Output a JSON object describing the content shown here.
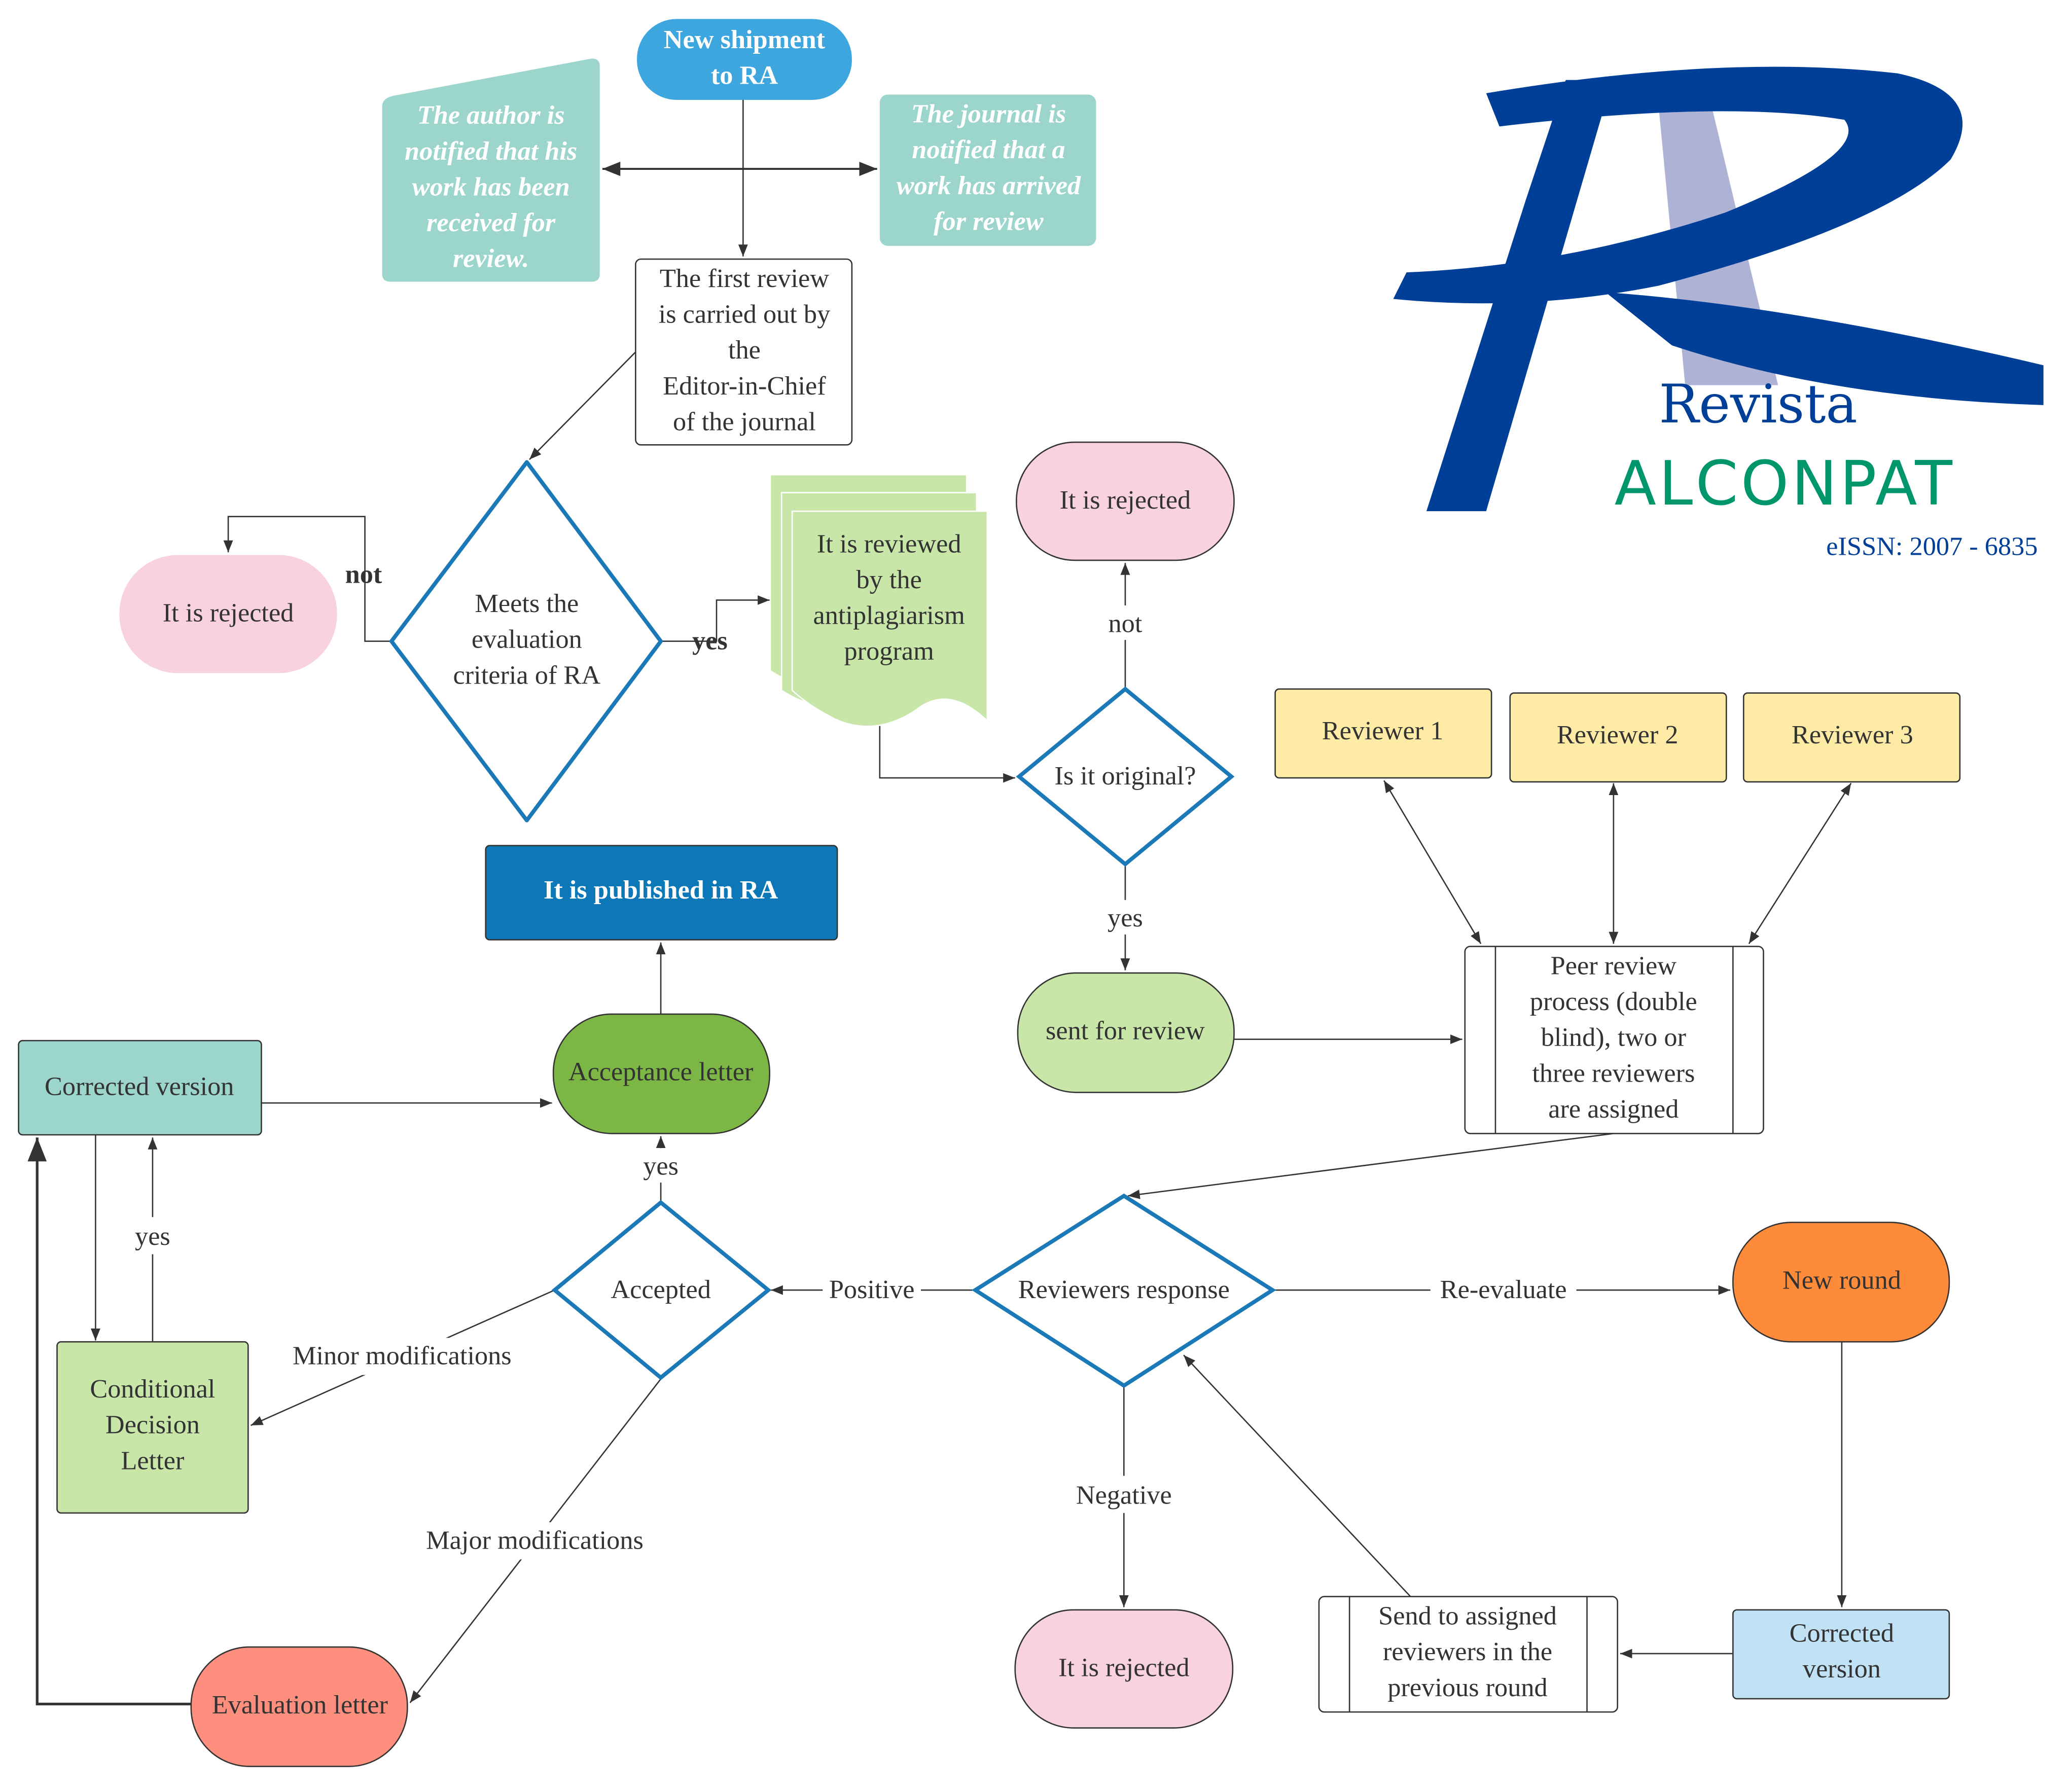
{
  "colors": {
    "start": "#3ea6de",
    "note": "#9bd5cc",
    "rejected": "#f8d2dc",
    "green": "#c8e6a8",
    "reviewer": "#fdeba6",
    "published": "#0c78b8",
    "acceptance": "#7cb746",
    "new_round": "#fe8b39",
    "corrected_blue": "#c0e2f4",
    "evaluation": "#fe8f7e",
    "diamond_stroke": "#1c79b8",
    "logo_blue": "#003f98",
    "logo_green": "#00966c"
  },
  "nodes": {
    "start": [
      "New shipment",
      "to RA"
    ],
    "author_note": [
      "The author is",
      "notified that his",
      "work has been",
      "received for",
      "review."
    ],
    "journal_note": [
      "The journal is",
      "notified that a",
      "work has arrived",
      "for review"
    ],
    "first_review": [
      "The first review",
      "is carried out by",
      "the",
      "Editor-in-Chief",
      "of the journal"
    ],
    "criteria": [
      "Meets the",
      "evaluation",
      "criteria of RA"
    ],
    "rejected_1": "It is rejected",
    "antiplagiarism": [
      "It is reviewed",
      "by the",
      "antiplagiarism",
      "program"
    ],
    "rejected_2": "It is rejected",
    "original": "Is it original?",
    "sent_for_review": "sent for review",
    "reviewer_1": "Reviewer 1",
    "reviewer_2": "Reviewer 2",
    "reviewer_3": "Reviewer 3",
    "peer_review": [
      "Peer review",
      "process (double",
      "blind), two or",
      "three reviewers",
      "are assigned"
    ],
    "published": "It is published in RA",
    "acceptance": "Acceptance letter",
    "corrected_1": "Corrected version",
    "accepted": "Accepted",
    "reviewers_response": "Reviewers response",
    "new_round": "New round",
    "conditional": [
      "Conditional",
      "Decision",
      "Letter"
    ],
    "rejected_3": "It is rejected",
    "send_assigned": [
      "Send to assigned",
      "reviewers in the",
      "previous round"
    ],
    "corrected_2": [
      "Corrected",
      "version"
    ],
    "evaluation": "Evaluation letter"
  },
  "edge_labels": {
    "not_1": "not",
    "yes_1": "yes",
    "not_2": "not",
    "yes_2": "yes",
    "yes_3": "yes",
    "yes_4": "yes",
    "positive": "Positive",
    "re_evaluate": "Re-evaluate",
    "negative": "Negative",
    "minor": "Minor modifications",
    "major": "Major modifications"
  },
  "logo": {
    "revista": "Revista",
    "alconpat": "ALCONPAT",
    "issn": "eISSN: 2007 - 6835"
  }
}
